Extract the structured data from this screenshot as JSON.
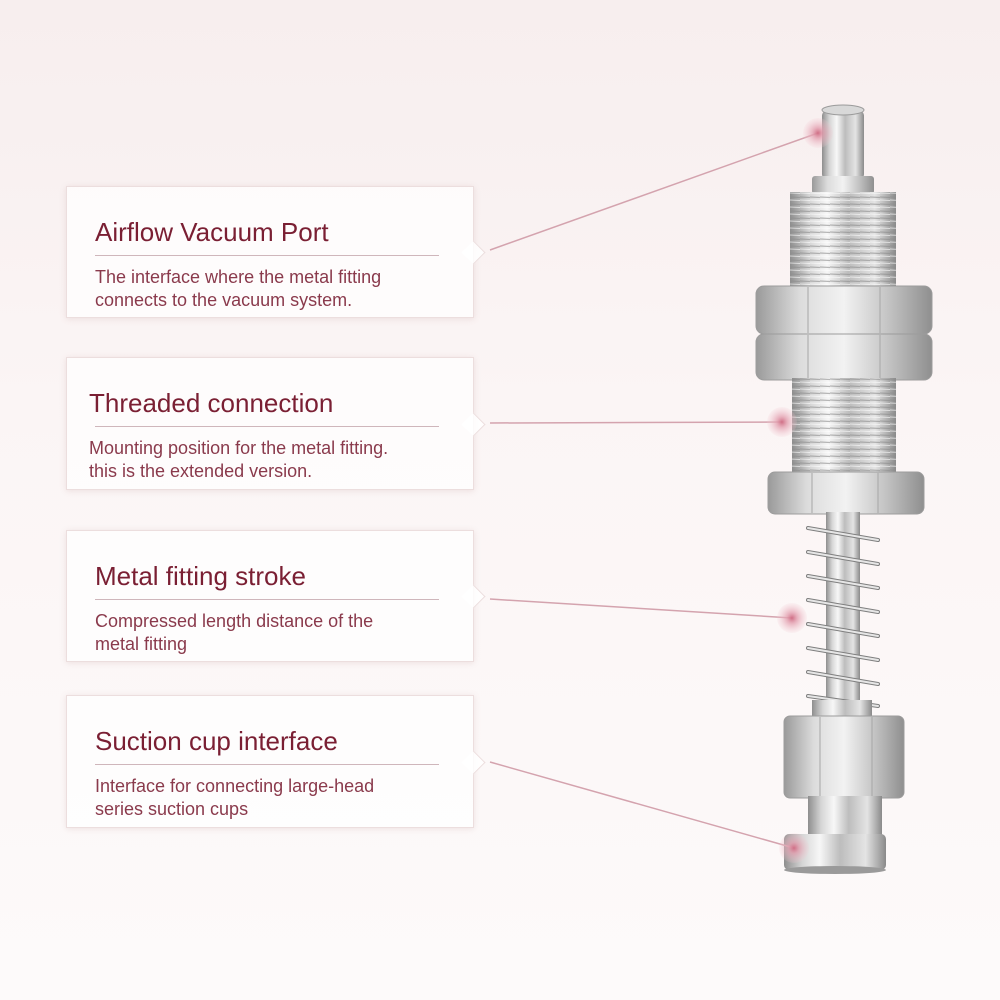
{
  "callouts": [
    {
      "title": "Airflow Vacuum Port",
      "desc_line1": "The interface where the metal fitting",
      "desc_line2": "connects to the vacuum system."
    },
    {
      "title": "Threaded connection",
      "desc_line1": "Mounting position for the metal fitting.",
      "desc_line2": "this is the extended version."
    },
    {
      "title": "Metal fitting stroke",
      "desc_line1": "Compressed length distance of the",
      "desc_line2": "metal fitting"
    },
    {
      "title": "Suction cup interface",
      "desc_line1": "Interface for connecting large-head",
      "desc_line2": "series suction cups"
    }
  ],
  "colors": {
    "title": "#7a1f33",
    "description": "#8a3a4c",
    "marker": "#d98a9c",
    "leader_line": "#d4a3ae",
    "metal": "#c9c9c9"
  }
}
